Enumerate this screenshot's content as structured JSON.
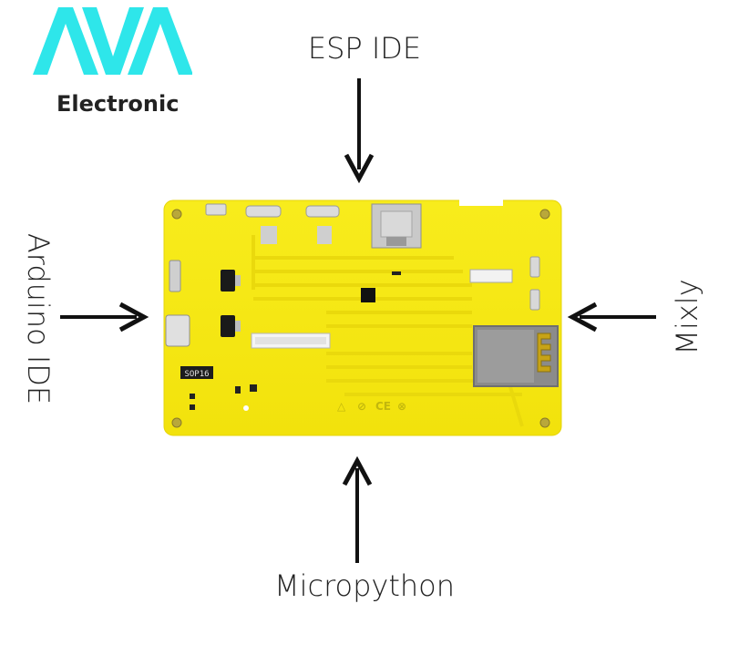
{
  "logo": {
    "mark_text": "AVA",
    "subtitle": "Electronic",
    "mark_color": "#2ee6ea"
  },
  "labels": {
    "top": "ESP IDE",
    "left": "Arduino IDE",
    "right": "Mixly",
    "bottom": "Micropython"
  },
  "board": {
    "color": "#f7ea13",
    "chip_marking": "SOP16",
    "cert_marks": [
      "△",
      "⊘",
      "CE",
      "⊗"
    ]
  },
  "colors": {
    "arrow": "#111111",
    "text": "#222222"
  }
}
